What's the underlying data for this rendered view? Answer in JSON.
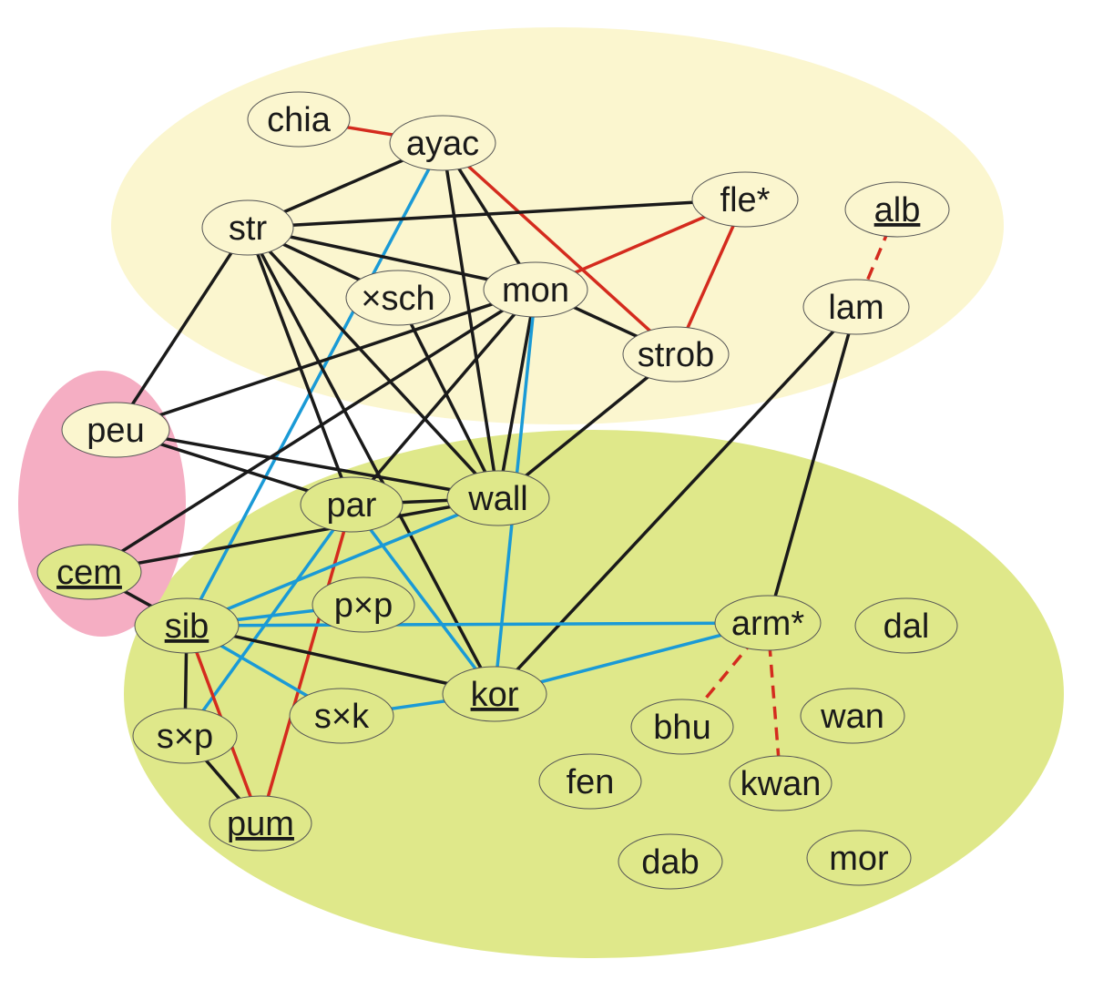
{
  "colors": {
    "background": "#ffffff",
    "region_yellow": "#fbf6cf",
    "region_green": "#dfe88a",
    "region_pink": "#f5aec3",
    "node_fill": "#fbf6cf",
    "node_fill_green": "#dfe88a",
    "node_stroke": "#555555",
    "edge_black": "#1a1a1a",
    "edge_red": "#d42b1e",
    "edge_blue": "#1a9ad6",
    "text": "#1a1a1a"
  },
  "nodes": [
    {
      "id": "chia",
      "label": "chia",
      "underline": false
    },
    {
      "id": "ayac",
      "label": "ayac",
      "underline": false
    },
    {
      "id": "fle",
      "label": "fle*",
      "underline": false
    },
    {
      "id": "alb",
      "label": "alb",
      "underline": true
    },
    {
      "id": "str",
      "label": "str",
      "underline": false
    },
    {
      "id": "xsch",
      "label": "×sch",
      "underline": false
    },
    {
      "id": "mon",
      "label": "mon",
      "underline": false
    },
    {
      "id": "lam",
      "label": "lam",
      "underline": false
    },
    {
      "id": "strob",
      "label": "strob",
      "underline": false
    },
    {
      "id": "peu",
      "label": "peu",
      "underline": false
    },
    {
      "id": "par",
      "label": "par",
      "underline": false
    },
    {
      "id": "wall",
      "label": "wall",
      "underline": false
    },
    {
      "id": "cem",
      "label": "cem",
      "underline": true
    },
    {
      "id": "pxp",
      "label": "p×p",
      "underline": false
    },
    {
      "id": "sib",
      "label": "sib",
      "underline": true
    },
    {
      "id": "arm",
      "label": "arm*",
      "underline": false
    },
    {
      "id": "dal",
      "label": "dal",
      "underline": false
    },
    {
      "id": "kor",
      "label": "kor",
      "underline": true
    },
    {
      "id": "sxk",
      "label": "s×k",
      "underline": false
    },
    {
      "id": "bhu",
      "label": "bhu",
      "underline": false
    },
    {
      "id": "wan",
      "label": "wan",
      "underline": false
    },
    {
      "id": "sxp",
      "label": "s×p",
      "underline": false
    },
    {
      "id": "fen",
      "label": "fen",
      "underline": false
    },
    {
      "id": "kwan",
      "label": "kwan",
      "underline": false
    },
    {
      "id": "pum",
      "label": "pum",
      "underline": true
    },
    {
      "id": "dab",
      "label": "dab",
      "underline": false
    },
    {
      "id": "mor",
      "label": "mor",
      "underline": false
    }
  ],
  "edges": [
    {
      "from": "chia",
      "to": "ayac",
      "type": "red"
    },
    {
      "from": "ayac",
      "to": "str",
      "type": "black"
    },
    {
      "from": "ayac",
      "to": "mon",
      "type": "black"
    },
    {
      "from": "ayac",
      "to": "wall",
      "type": "black"
    },
    {
      "from": "ayac",
      "to": "strob",
      "type": "red"
    },
    {
      "from": "ayac",
      "to": "sib",
      "type": "blue"
    },
    {
      "from": "str",
      "to": "fle",
      "type": "black"
    },
    {
      "from": "str",
      "to": "mon",
      "type": "black"
    },
    {
      "from": "str",
      "to": "xsch",
      "type": "black"
    },
    {
      "from": "str",
      "to": "wall",
      "type": "black"
    },
    {
      "from": "str",
      "to": "par",
      "type": "black"
    },
    {
      "from": "str",
      "to": "kor",
      "type": "black"
    },
    {
      "from": "str",
      "to": "peu",
      "type": "black"
    },
    {
      "from": "fle",
      "to": "mon",
      "type": "red"
    },
    {
      "from": "fle",
      "to": "strob",
      "type": "red"
    },
    {
      "from": "alb",
      "to": "lam",
      "type": "red-dashed"
    },
    {
      "from": "mon",
      "to": "strob",
      "type": "black"
    },
    {
      "from": "mon",
      "to": "wall",
      "type": "black"
    },
    {
      "from": "mon",
      "to": "peu",
      "type": "black"
    },
    {
      "from": "mon",
      "to": "cem",
      "type": "black"
    },
    {
      "from": "mon",
      "to": "par",
      "type": "black"
    },
    {
      "from": "mon",
      "to": "kor",
      "type": "blue"
    },
    {
      "from": "xsch",
      "to": "wall",
      "type": "black"
    },
    {
      "from": "strob",
      "to": "wall",
      "type": "black"
    },
    {
      "from": "lam",
      "to": "kor",
      "type": "black"
    },
    {
      "from": "lam",
      "to": "arm",
      "type": "black"
    },
    {
      "from": "peu",
      "to": "wall",
      "type": "black"
    },
    {
      "from": "peu",
      "to": "par",
      "type": "black"
    },
    {
      "from": "par",
      "to": "wall",
      "type": "black"
    },
    {
      "from": "par",
      "to": "kor",
      "type": "blue"
    },
    {
      "from": "par",
      "to": "sxp",
      "type": "blue"
    },
    {
      "from": "par",
      "to": "pum",
      "type": "red"
    },
    {
      "from": "wall",
      "to": "cem",
      "type": "black"
    },
    {
      "from": "wall",
      "to": "sib",
      "type": "blue"
    },
    {
      "from": "cem",
      "to": "sib",
      "type": "black"
    },
    {
      "from": "sib",
      "to": "pxp",
      "type": "blue"
    },
    {
      "from": "sib",
      "to": "arm",
      "type": "blue"
    },
    {
      "from": "sib",
      "to": "kor",
      "type": "black"
    },
    {
      "from": "sib",
      "to": "sxk",
      "type": "blue"
    },
    {
      "from": "sib",
      "to": "sxp",
      "type": "black"
    },
    {
      "from": "sib",
      "to": "pum",
      "type": "red"
    },
    {
      "from": "sxk",
      "to": "kor",
      "type": "blue"
    },
    {
      "from": "kor",
      "to": "arm",
      "type": "blue"
    },
    {
      "from": "arm",
      "to": "bhu",
      "type": "red-dashed"
    },
    {
      "from": "arm",
      "to": "kwan",
      "type": "red-dashed"
    },
    {
      "from": "sxp",
      "to": "pum",
      "type": "black"
    }
  ]
}
